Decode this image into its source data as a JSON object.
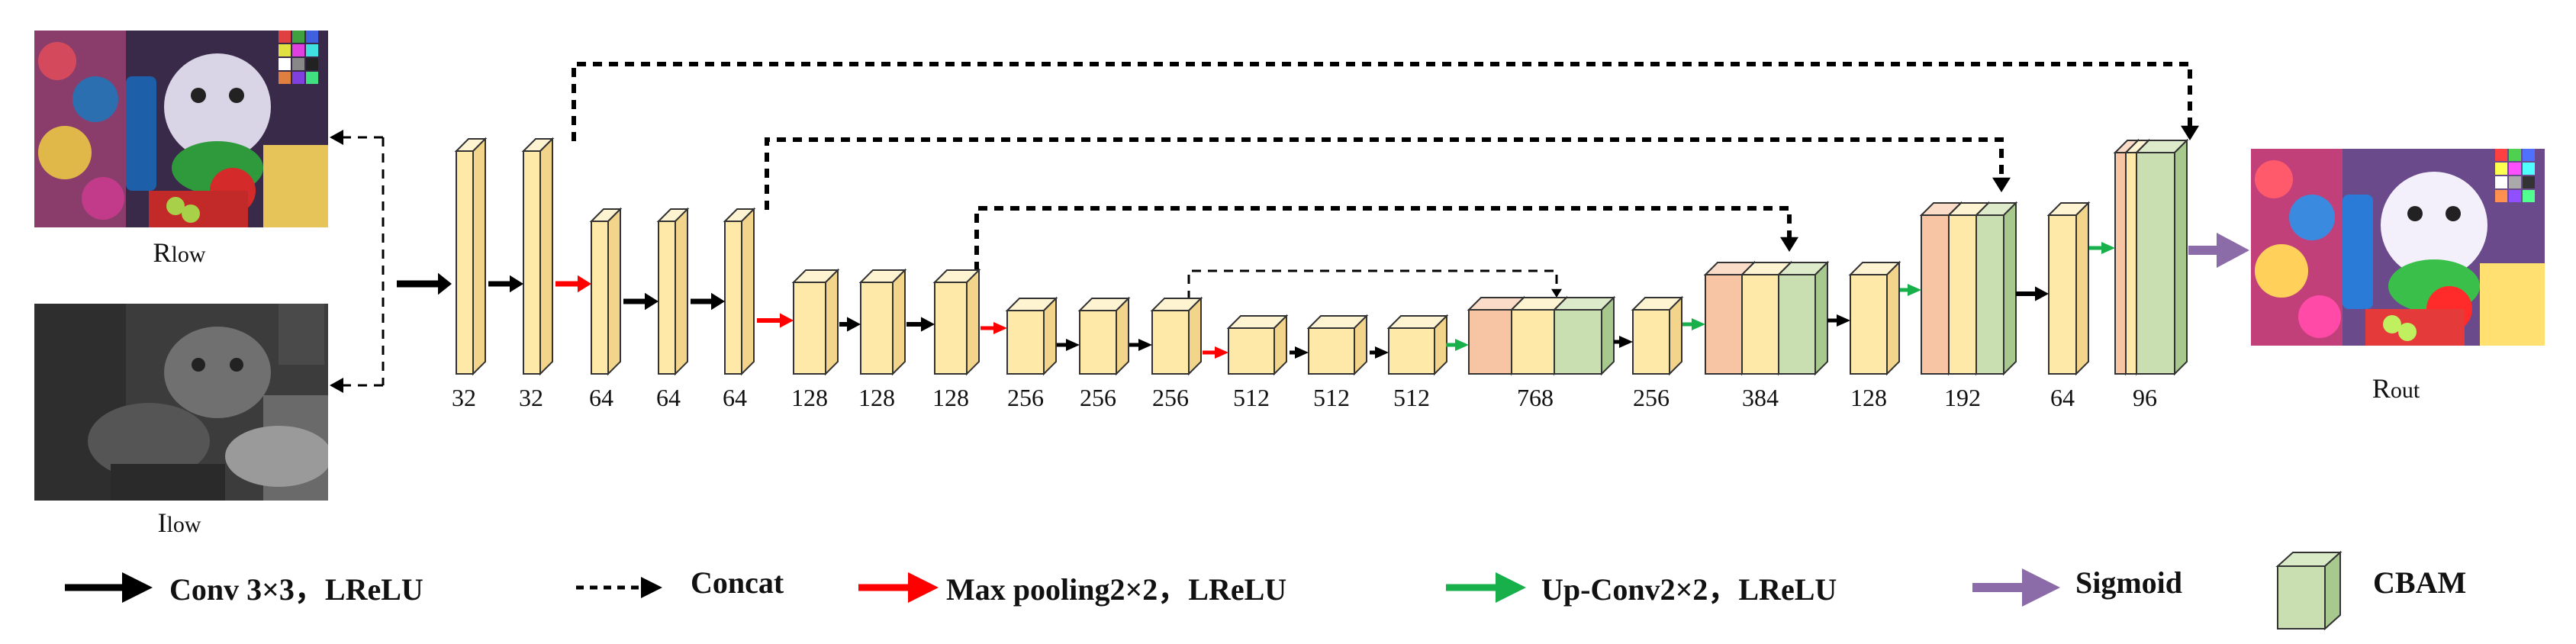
{
  "images": {
    "r_low": {
      "label_main": "R",
      "label_sub": "low"
    },
    "i_low": {
      "label_main": "I",
      "label_sub": "low"
    },
    "r_out": {
      "label_main": "R",
      "label_sub": "out"
    }
  },
  "channels": [
    "32",
    "32",
    "64",
    "64",
    "64",
    "128",
    "128",
    "128",
    "256",
    "256",
    "256",
    "512",
    "512",
    "512",
    "768",
    "256",
    "384",
    "128",
    "192",
    "64",
    "96"
  ],
  "legend": {
    "conv": "Conv 3×3，LReLU",
    "concat": "Concat",
    "maxpool": "Max pooling2×2，LReLU",
    "upconv": "Up-Conv2×2，LReLU",
    "sigmoid": "Sigmoid",
    "cbam": "CBAM"
  },
  "colors": {
    "feature_front": "#FFE9A8",
    "feature_side": "#F2D58A",
    "concat_front": "#F7C4A4",
    "cbam_front": "#C9DFB1",
    "cbam_side": "#A8C98E",
    "conv_arrow": "#000000",
    "maxpool_arrow": "#FF0000",
    "upconv_arrow": "#18B04A",
    "sigmoid_arrow": "#8B6BA8"
  }
}
